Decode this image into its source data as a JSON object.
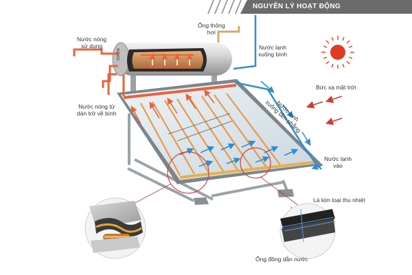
{
  "title": "NGUYÊN LÝ HOẠT ĐỘNG",
  "tank_brand": "SONHA",
  "labels": {
    "hot_water_use_1": "Nước nóng",
    "hot_water_use_2": "sử dụng",
    "vent_pipe_1": "Ống thông",
    "vent_pipe_2": "hơi",
    "cold_to_tank_1": "Nước lạnh",
    "cold_to_tank_2": "xuống bình",
    "sun_radiation": "Bức xạ mặt trời",
    "cold_to_panel_1": "Nước lạnh",
    "cold_to_panel_2": "xuống tấm phẳng",
    "hot_return_1": "Nước nóng từ",
    "hot_return_2": "dàn trở về bình",
    "cold_in_1": "Nước lạnh",
    "cold_in_2": "vào",
    "absorber_sheet": "Lá kim loại thu nhiệt",
    "copper_tube": "Ống đồng dẫn nước"
  },
  "colors": {
    "hot": "#e8633a",
    "cold": "#2f8fd0",
    "title_bg": "#6b6b6b",
    "sun": "#e03c22"
  }
}
